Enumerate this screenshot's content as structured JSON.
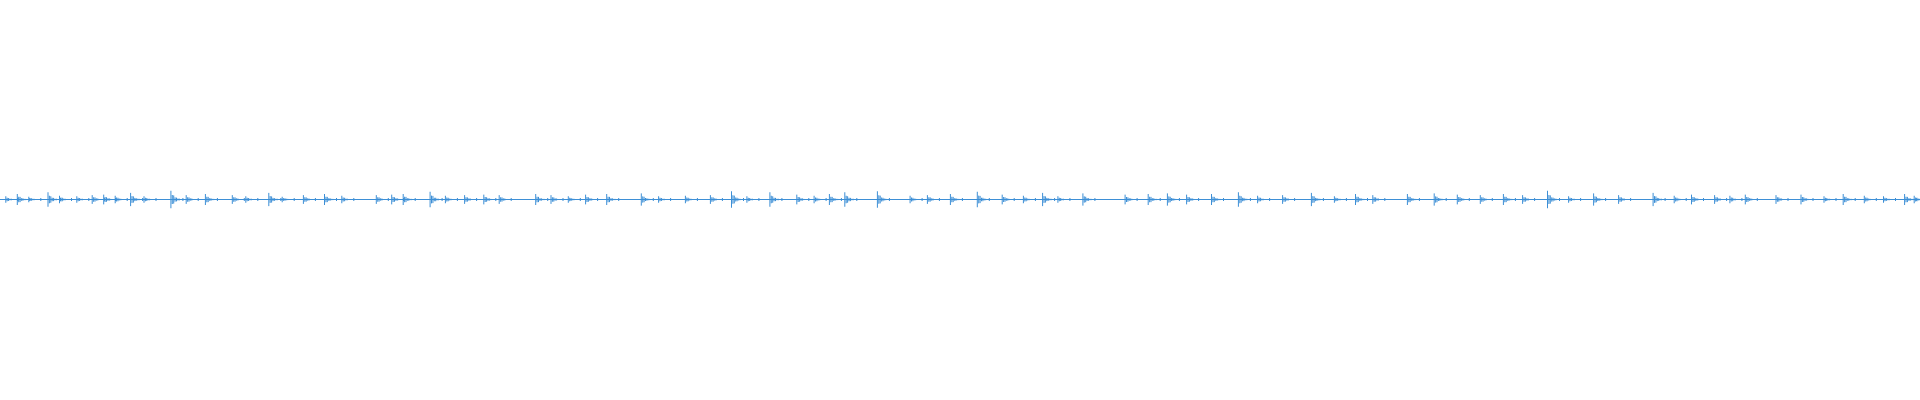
{
  "waveform": {
    "color": "#3d8fd6",
    "background": "#ffffff",
    "bursts": [
      {
        "t": 0.003,
        "a": 0.6
      },
      {
        "t": 0.009,
        "a": 1.0
      },
      {
        "t": 0.015,
        "a": 0.5
      },
      {
        "t": 0.025,
        "a": 1.3
      },
      {
        "t": 0.031,
        "a": 0.7
      },
      {
        "t": 0.04,
        "a": 0.6
      },
      {
        "t": 0.048,
        "a": 0.8
      },
      {
        "t": 0.054,
        "a": 0.9
      },
      {
        "t": 0.06,
        "a": 0.7
      },
      {
        "t": 0.068,
        "a": 1.2
      },
      {
        "t": 0.075,
        "a": 0.6
      },
      {
        "t": 0.089,
        "a": 1.6
      },
      {
        "t": 0.097,
        "a": 0.8
      },
      {
        "t": 0.107,
        "a": 1.0
      },
      {
        "t": 0.121,
        "a": 0.8
      },
      {
        "t": 0.128,
        "a": 0.6
      },
      {
        "t": 0.14,
        "a": 1.2
      },
      {
        "t": 0.147,
        "a": 0.5
      },
      {
        "t": 0.158,
        "a": 0.8
      },
      {
        "t": 0.169,
        "a": 1.0
      },
      {
        "t": 0.178,
        "a": 0.7
      },
      {
        "t": 0.196,
        "a": 0.8
      },
      {
        "t": 0.204,
        "a": 0.9
      },
      {
        "t": 0.21,
        "a": 1.0
      },
      {
        "t": 0.224,
        "a": 1.4
      },
      {
        "t": 0.232,
        "a": 0.7
      },
      {
        "t": 0.242,
        "a": 0.8
      },
      {
        "t": 0.252,
        "a": 0.9
      },
      {
        "t": 0.26,
        "a": 0.8
      },
      {
        "t": 0.279,
        "a": 1.0
      },
      {
        "t": 0.287,
        "a": 0.8
      },
      {
        "t": 0.296,
        "a": 0.6
      },
      {
        "t": 0.305,
        "a": 0.9
      },
      {
        "t": 0.316,
        "a": 1.0
      },
      {
        "t": 0.334,
        "a": 1.1
      },
      {
        "t": 0.343,
        "a": 0.6
      },
      {
        "t": 0.357,
        "a": 0.7
      },
      {
        "t": 0.37,
        "a": 0.8
      },
      {
        "t": 0.381,
        "a": 1.5
      },
      {
        "t": 0.389,
        "a": 0.6
      },
      {
        "t": 0.401,
        "a": 1.3
      },
      {
        "t": 0.415,
        "a": 0.9
      },
      {
        "t": 0.424,
        "a": 0.7
      },
      {
        "t": 0.432,
        "a": 1.0
      },
      {
        "t": 0.44,
        "a": 1.3
      },
      {
        "t": 0.457,
        "a": 1.5
      },
      {
        "t": 0.474,
        "a": 0.7
      },
      {
        "t": 0.483,
        "a": 0.8
      },
      {
        "t": 0.495,
        "a": 1.0
      },
      {
        "t": 0.509,
        "a": 1.4
      },
      {
        "t": 0.522,
        "a": 0.9
      },
      {
        "t": 0.533,
        "a": 0.7
      },
      {
        "t": 0.543,
        "a": 1.2
      },
      {
        "t": 0.551,
        "a": 0.6
      },
      {
        "t": 0.564,
        "a": 1.1
      },
      {
        "t": 0.586,
        "a": 0.9
      },
      {
        "t": 0.598,
        "a": 1.0
      },
      {
        "t": 0.608,
        "a": 1.1
      },
      {
        "t": 0.618,
        "a": 0.9
      },
      {
        "t": 0.631,
        "a": 1.0
      },
      {
        "t": 0.645,
        "a": 1.3
      },
      {
        "t": 0.655,
        "a": 0.7
      },
      {
        "t": 0.668,
        "a": 0.8
      },
      {
        "t": 0.683,
        "a": 1.2
      },
      {
        "t": 0.695,
        "a": 0.6
      },
      {
        "t": 0.706,
        "a": 1.0
      },
      {
        "t": 0.715,
        "a": 0.8
      },
      {
        "t": 0.733,
        "a": 1.0
      },
      {
        "t": 0.747,
        "a": 1.1
      },
      {
        "t": 0.759,
        "a": 0.9
      },
      {
        "t": 0.771,
        "a": 0.8
      },
      {
        "t": 0.783,
        "a": 1.0
      },
      {
        "t": 0.793,
        "a": 0.8
      },
      {
        "t": 0.806,
        "a": 1.6
      },
      {
        "t": 0.817,
        "a": 0.6
      },
      {
        "t": 0.83,
        "a": 1.1
      },
      {
        "t": 0.843,
        "a": 0.8
      },
      {
        "t": 0.861,
        "a": 1.2
      },
      {
        "t": 0.872,
        "a": 0.7
      },
      {
        "t": 0.881,
        "a": 0.9
      },
      {
        "t": 0.893,
        "a": 0.8
      },
      {
        "t": 0.901,
        "a": 0.7
      },
      {
        "t": 0.909,
        "a": 0.9
      },
      {
        "t": 0.925,
        "a": 0.8
      },
      {
        "t": 0.938,
        "a": 0.9
      },
      {
        "t": 0.95,
        "a": 0.6
      },
      {
        "t": 0.96,
        "a": 1.0
      },
      {
        "t": 0.971,
        "a": 0.7
      },
      {
        "t": 0.981,
        "a": 0.6
      },
      {
        "t": 0.992,
        "a": 1.0
      },
      {
        "t": 0.997,
        "a": 0.7
      }
    ]
  }
}
